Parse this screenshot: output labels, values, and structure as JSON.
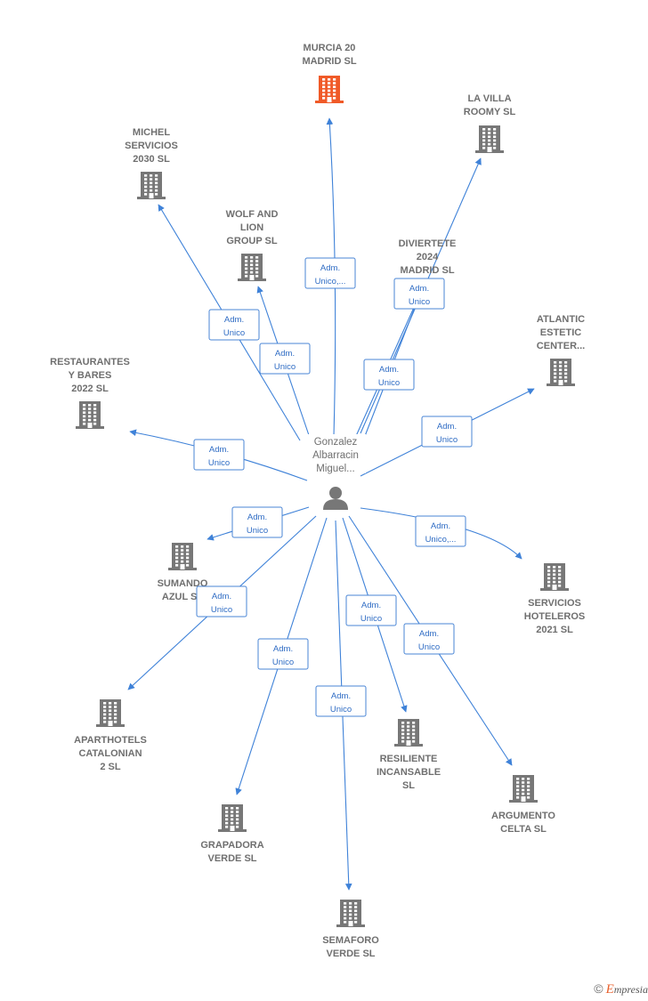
{
  "colors": {
    "edge": "#3f82d8",
    "building": "#777777",
    "building_highlight": "#f05a28",
    "person": "#777777"
  },
  "center": {
    "label_lines": [
      "Gonzalez",
      "Albarracin",
      "Miguel..."
    ],
    "icon": "person-icon"
  },
  "nodes": [
    {
      "id": "murcia",
      "label_lines": [
        "MURCIA 20",
        "MADRID  SL"
      ],
      "highlight": true,
      "icon": "building-icon"
    },
    {
      "id": "lavilla",
      "label_lines": [
        "LA VILLA",
        "ROOMY  SL"
      ],
      "highlight": false,
      "icon": "building-icon"
    },
    {
      "id": "michel",
      "label_lines": [
        "MICHEL",
        "SERVICIOS",
        "2030  SL"
      ],
      "highlight": false,
      "icon": "building-icon"
    },
    {
      "id": "wolf",
      "label_lines": [
        "WOLF AND",
        "LION",
        "GROUP  SL"
      ],
      "highlight": false,
      "icon": "building-icon"
    },
    {
      "id": "diviertete",
      "label_lines": [
        "DIVIERTETE",
        "2024",
        "MADRID  SL"
      ],
      "highlight": false,
      "icon": "building-icon"
    },
    {
      "id": "atlantic",
      "label_lines": [
        "ATLANTIC",
        "ESTETIC",
        "CENTER..."
      ],
      "highlight": false,
      "icon": "building-icon"
    },
    {
      "id": "restaurantes",
      "label_lines": [
        "RESTAURANTES",
        "Y BARES",
        "2022  SL"
      ],
      "highlight": false,
      "icon": "building-icon"
    },
    {
      "id": "sumando",
      "label_lines": [
        "SUMANDO",
        "AZUL  SL"
      ],
      "highlight": false,
      "icon": "building-icon"
    },
    {
      "id": "servicios",
      "label_lines": [
        "SERVICIOS",
        "HOTELEROS",
        "2021  SL"
      ],
      "highlight": false,
      "icon": "building-icon"
    },
    {
      "id": "aparthotels",
      "label_lines": [
        "APARTHOTELS",
        "CATALONIAN",
        "2  SL"
      ],
      "highlight": false,
      "icon": "building-icon"
    },
    {
      "id": "resiliente",
      "label_lines": [
        "RESILIENTE",
        "INCANSABLE",
        "SL"
      ],
      "highlight": false,
      "icon": "building-icon"
    },
    {
      "id": "argumento",
      "label_lines": [
        "ARGUMENTO",
        "CELTA  SL"
      ],
      "highlight": false,
      "icon": "building-icon"
    },
    {
      "id": "grapadora",
      "label_lines": [
        "GRAPADORA",
        "VERDE  SL"
      ],
      "highlight": false,
      "icon": "building-icon"
    },
    {
      "id": "semaforo",
      "label_lines": [
        "SEMAFORO",
        "VERDE  SL"
      ],
      "highlight": false,
      "icon": "building-icon"
    }
  ],
  "edges": [
    {
      "to": "murcia",
      "label_lines": [
        "Adm.",
        "Unico,..."
      ]
    },
    {
      "to": "lavilla",
      "label_lines": []
    },
    {
      "to": "michel",
      "label_lines": [
        "Adm.",
        "Unico"
      ]
    },
    {
      "to": "wolf",
      "label_lines": [
        "Adm.",
        "Unico"
      ]
    },
    {
      "to": "diviertete",
      "label_lines": [
        "Adm.",
        "Unico"
      ]
    },
    {
      "to": "diviertete",
      "label_lines": [
        "Adm.",
        "Unico"
      ]
    },
    {
      "to": "atlantic",
      "label_lines": [
        "Adm.",
        "Unico"
      ]
    },
    {
      "to": "restaurantes",
      "label_lines": [
        "Adm.",
        "Unico"
      ]
    },
    {
      "to": "sumando",
      "label_lines": [
        "Adm.",
        "Unico"
      ]
    },
    {
      "to": "servicios",
      "label_lines": [
        "Adm.",
        "Unico,..."
      ]
    },
    {
      "to": "aparthotels",
      "label_lines": [
        "Adm.",
        "Unico"
      ]
    },
    {
      "to": "resiliente",
      "label_lines": [
        "Adm.",
        "Unico"
      ]
    },
    {
      "to": "argumento",
      "label_lines": [
        "Adm.",
        "Unico"
      ]
    },
    {
      "to": "grapadora",
      "label_lines": [
        "Adm.",
        "Unico"
      ]
    },
    {
      "to": "semaforo",
      "label_lines": [
        "Adm.",
        "Unico"
      ]
    }
  ],
  "footer": {
    "copyright": "©",
    "brand_initial": "E",
    "brand_rest": "mpresia"
  }
}
